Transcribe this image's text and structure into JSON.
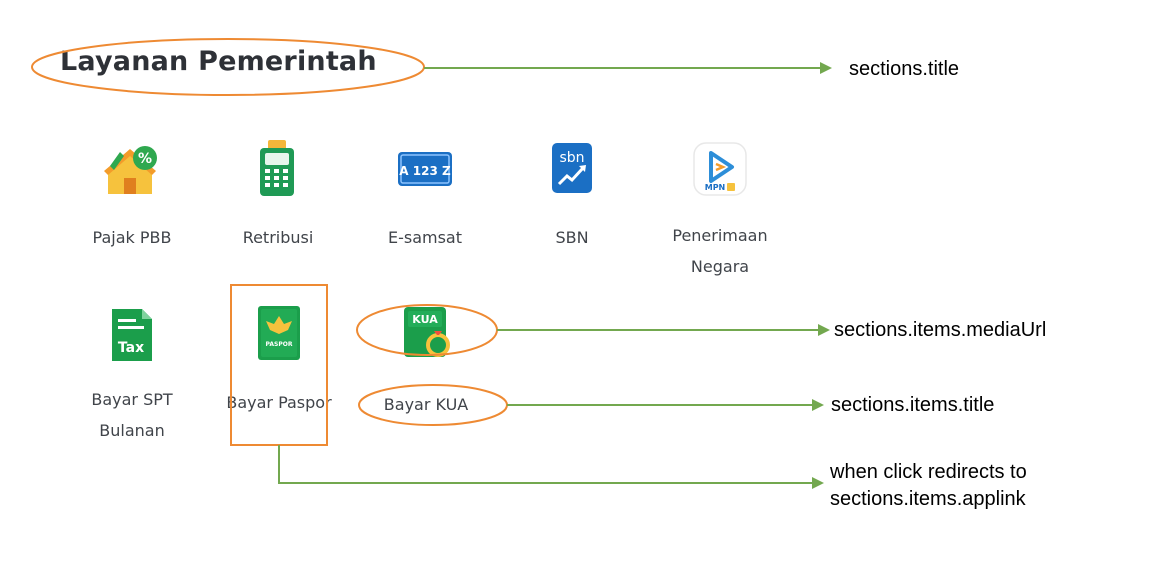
{
  "section": {
    "title": "Layanan Pemerintah",
    "items": [
      {
        "title": "Pajak PBB",
        "icon": "house-percent-icon"
      },
      {
        "title": "Retribusi",
        "icon": "payment-terminal-icon"
      },
      {
        "title": "E-samsat",
        "icon": "license-plate-icon",
        "icon_text": "A 123 Z"
      },
      {
        "title": "SBN",
        "icon": "sbn-chart-icon",
        "icon_text": "sbn"
      },
      {
        "title": "Penerimaan Negara",
        "icon": "mpn-logo-icon",
        "icon_text": "MPN"
      },
      {
        "title": "Bayar SPT Bulanan",
        "icon": "tax-document-icon",
        "icon_text": "Tax"
      },
      {
        "title": "Bayar Paspor",
        "icon": "passport-icon",
        "icon_text": "PASPOR"
      },
      {
        "title": "Bayar KUA",
        "icon": "kua-ring-icon",
        "icon_text": "KUA"
      }
    ]
  },
  "annotations": {
    "title_note": "sections.title",
    "media_note": "sections.items.mediaUrl",
    "item_title_note": "sections.items.title",
    "click_note_line1": "when click redirects to",
    "click_note_line2": "sections.items.applink"
  },
  "colors": {
    "highlight": "#ee8a33",
    "arrow": "#73a84f",
    "brand_green": "#1b9e4b",
    "brand_blue": "#1b6fc4"
  }
}
